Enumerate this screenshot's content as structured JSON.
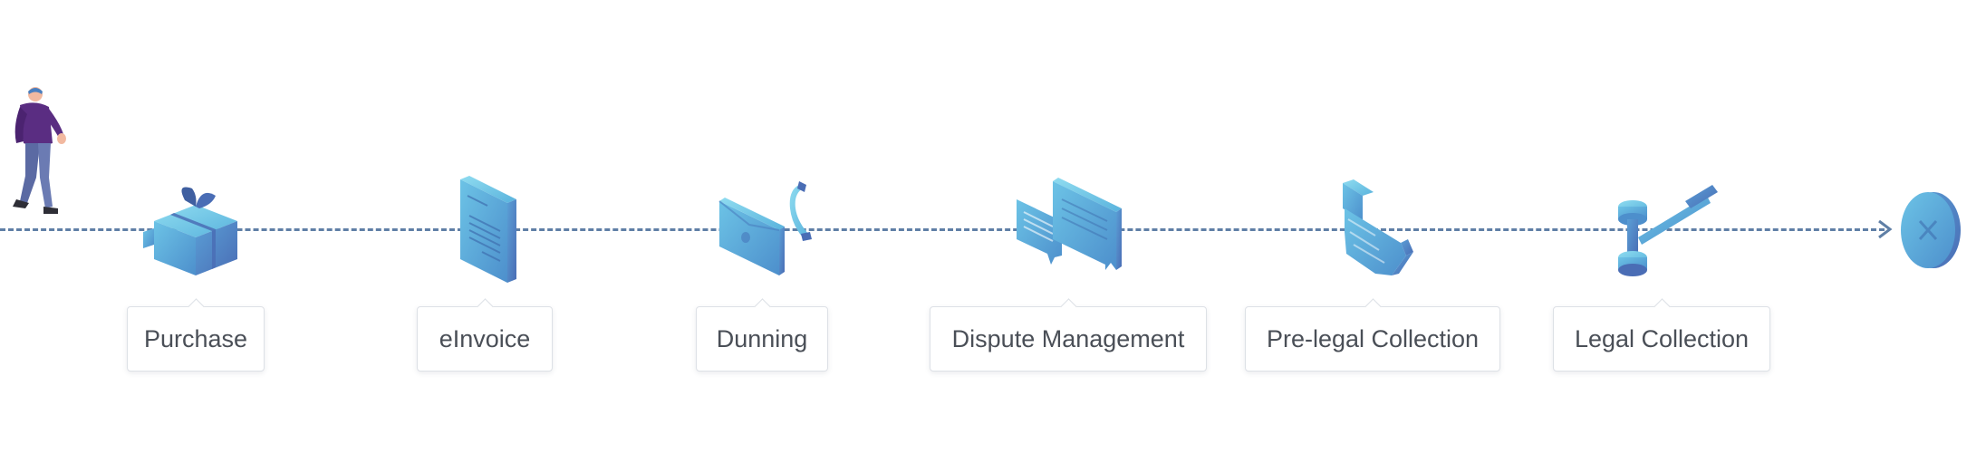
{
  "steps": [
    {
      "id": "purchase",
      "label": "Purchase",
      "icon": "gift-box-icon"
    },
    {
      "id": "einvoice",
      "label": "eInvoice",
      "icon": "invoice-document-icon"
    },
    {
      "id": "dunning",
      "label": "Dunning",
      "icon": "envelope-phone-icon"
    },
    {
      "id": "dispute",
      "label": "Dispute Management",
      "icon": "speech-bubbles-icon"
    },
    {
      "id": "prelegal",
      "label": "Pre-legal Collection",
      "icon": "pointing-hand-icon"
    },
    {
      "id": "legal",
      "label": "Legal Collection",
      "icon": "gavel-icon"
    }
  ],
  "end_marker": {
    "icon": "close-circle-icon"
  },
  "colors": {
    "line": "#5f7fa6",
    "icon_light": "#7fd0ea",
    "icon_mid": "#5aa9d8",
    "icon_dark": "#4f7bbf",
    "person_shirt": "#5a2d82",
    "person_pants": "#6b7bb3",
    "label_text": "#4a4f57"
  }
}
